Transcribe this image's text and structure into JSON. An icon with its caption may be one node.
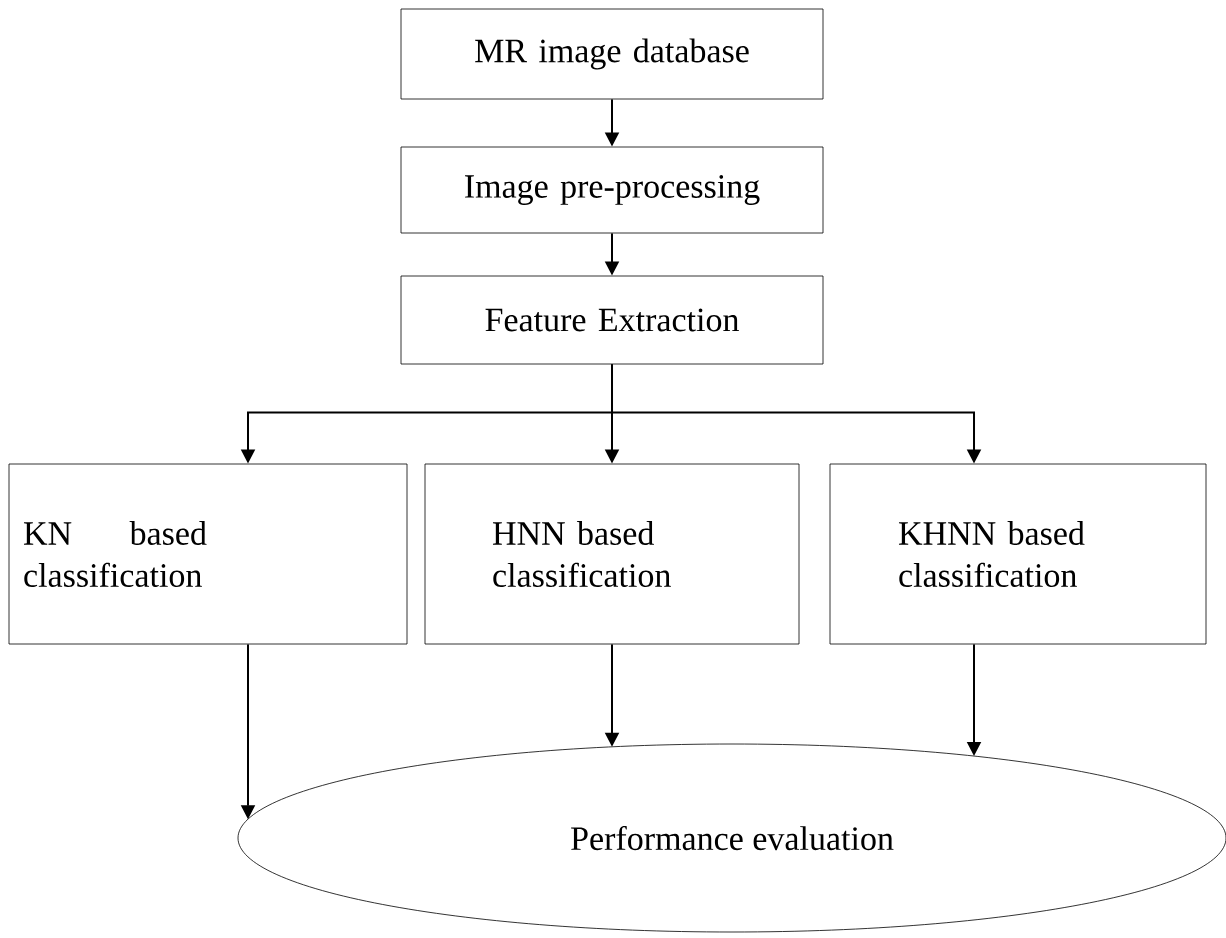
{
  "diagram": {
    "nodes": [
      {
        "text": [
          "MR image database"
        ]
      },
      {
        "text": [
          "Image pre-processing"
        ]
      },
      {
        "text": [
          "Feature Extraction"
        ]
      },
      {
        "text": [
          "KN based classification"
        ]
      },
      {
        "text": [
          "HNN based classification"
        ]
      },
      {
        "text": [
          "KHNN based classification"
        ]
      },
      {
        "text": [
          "Performance evaluation"
        ]
      }
    ],
    "edges": [
      {
        "from": 0,
        "to": 1,
        "arrow": "to"
      },
      {
        "from": 1,
        "to": 2,
        "arrow": "to"
      },
      {
        "from": 2,
        "to": 3,
        "arrow": "to"
      },
      {
        "from": 2,
        "to": 4,
        "arrow": "to"
      },
      {
        "from": 2,
        "to": 5,
        "arrow": "to"
      },
      {
        "from": 3,
        "to": 6,
        "arrow": "to"
      },
      {
        "from": 4,
        "to": 6,
        "arrow": "to"
      },
      {
        "from": 5,
        "to": 6,
        "arrow": "to"
      }
    ]
  }
}
